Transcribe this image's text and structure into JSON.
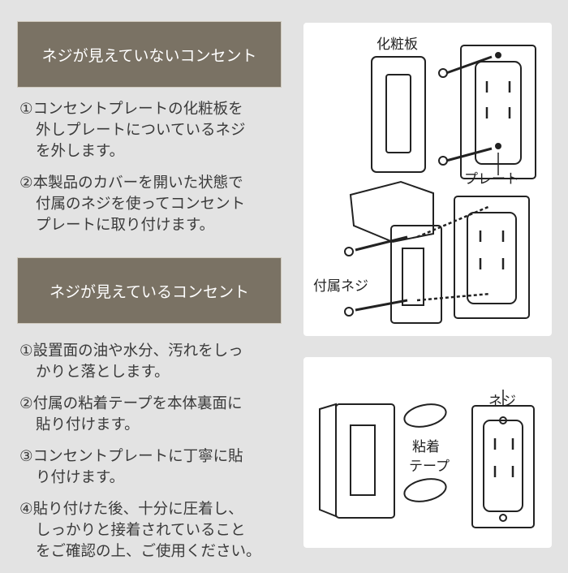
{
  "section1": {
    "title": "ネジが見えていないコンセント",
    "steps": [
      [
        "①コンセントプレートの化粧板を",
        "外しプレートについているネジ",
        "を外します。"
      ],
      [
        "②本製品のカバーを開いた状態で",
        "付属のネジを使ってコンセント",
        "プレートに取り付けます。"
      ]
    ]
  },
  "section2": {
    "title": "ネジが見えているコンセント",
    "steps": [
      [
        "①設置面の油や水分、汚れをしっ",
        "かりと落とします。"
      ],
      [
        "②付属の粘着テープを本体裏面に",
        "貼り付けます。"
      ],
      [
        "③コンセントプレートに丁寧に貼",
        "り付けます。"
      ],
      [
        "④貼り付けた後、十分に圧着し、",
        "しっかりと接着されていること",
        "をご確認の上、ご使用ください。"
      ]
    ]
  },
  "diagram1": {
    "label_cover": "化粧板",
    "label_plate": "プレート",
    "label_screws": "付属ネジ"
  },
  "diagram2": {
    "label_screw": "ネジ",
    "label_tape_1": "粘着",
    "label_tape_2": "テープ"
  },
  "colors": {
    "band": "#7a7264",
    "background": "#e3e3e3"
  }
}
